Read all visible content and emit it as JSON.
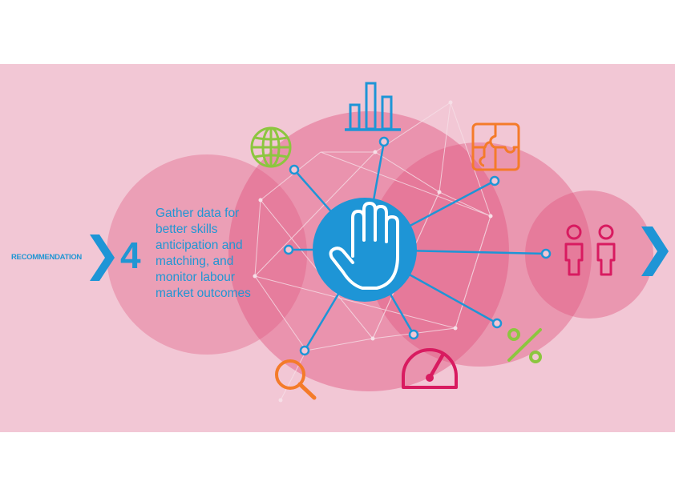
{
  "recommendation": {
    "label": "RECOMMENDATION",
    "number": "4",
    "lines": [
      "Gather data for",
      "better skills",
      "anticipation and",
      "matching, and",
      "monitor labour",
      "market outcomes"
    ]
  },
  "colors": {
    "background": "#f2c7d5",
    "circle": "#e0557e",
    "blue": "#1e95d6",
    "green": "#8cc63f",
    "orange": "#f47b2a",
    "crimson": "#d81b60"
  },
  "icons": {
    "center": "raised-hand-icon",
    "top": "bar-chart-icon",
    "top_left": "globe-icon",
    "top_right": "puzzle-icon",
    "right": "two-people-icon",
    "bottom_right": "percent-icon",
    "bottom": "speedometer-icon",
    "bottom_left": "magnifier-icon",
    "arrows": "chevron-right-icon"
  }
}
